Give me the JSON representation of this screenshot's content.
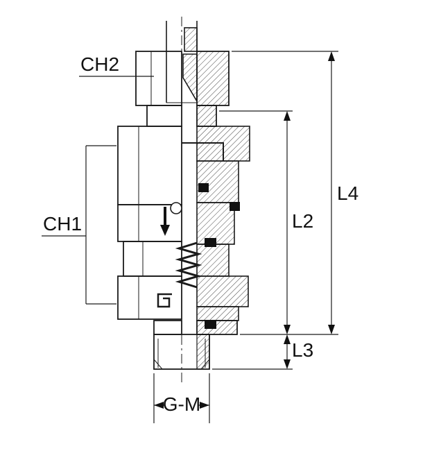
{
  "diagram": {
    "type": "technical-section-drawing",
    "subject": "bulkhead check-valve pipe fitting, half-section view",
    "labels": {
      "ch2": "CH2",
      "ch1": "CH1",
      "l4": "L4",
      "l2": "L2",
      "l3": "L3",
      "gm": "G-M"
    },
    "colors": {
      "line": "#1a1a1a",
      "hatch": "#444444",
      "seal": "#111111",
      "background": "#ffffff"
    }
  }
}
